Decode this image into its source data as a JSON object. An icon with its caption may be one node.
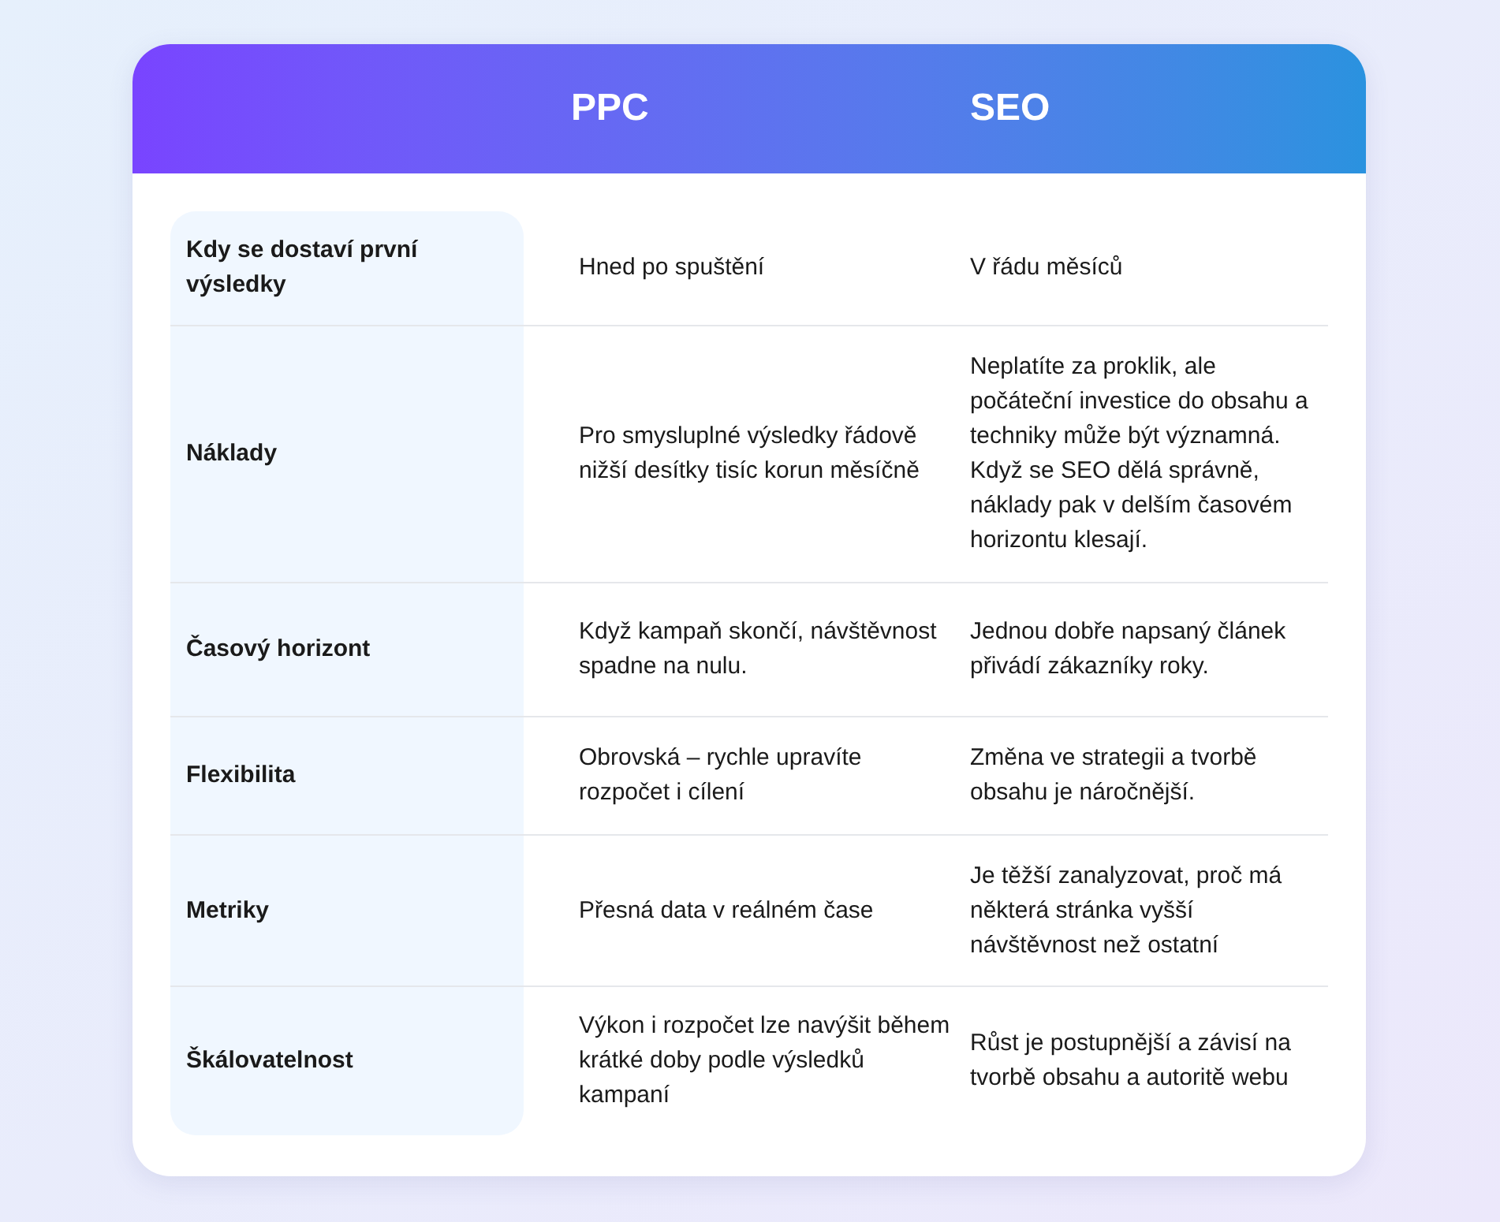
{
  "diagram": {
    "labels": [
      "PPC",
      "SEO",
      "Kdy se dostaví první výsledky",
      "Hned po spuštění",
      "V řádu měsíců",
      "Náklady",
      "Pro smysluplné výsledky řádově nižší desítky tisíc korun měsíčně",
      "Neplatíte za proklik, ale počáteční investice do obsahu a techniky může být významná. Když se SEO dělá správně, náklady pak v delším časovém horizontu klesají.",
      "Časový horizont",
      "Když kampaň skončí, návštěvnost spadne na nulu.",
      "Jednou dobře napsaný článek přivádí zákazníky roky.",
      "Flexibilita",
      "Obrovská – rychle upravíte rozpočet i cílení",
      "Změna ve strategii a tvorbě obsahu je náročnější.",
      "Metriky",
      "Přesná data v reálném čase",
      "Je těžší zanalyzovat, proč má některá stránka vyšší návštěvnost než ostatní",
      "Škálovatelnost",
      "Výkon i rozpočet lze navýšit během krátké doby podle výsledků kampaní",
      "Růst je postupnější a závisí na tvorbě obsahu a autoritě webu"
    ]
  }
}
